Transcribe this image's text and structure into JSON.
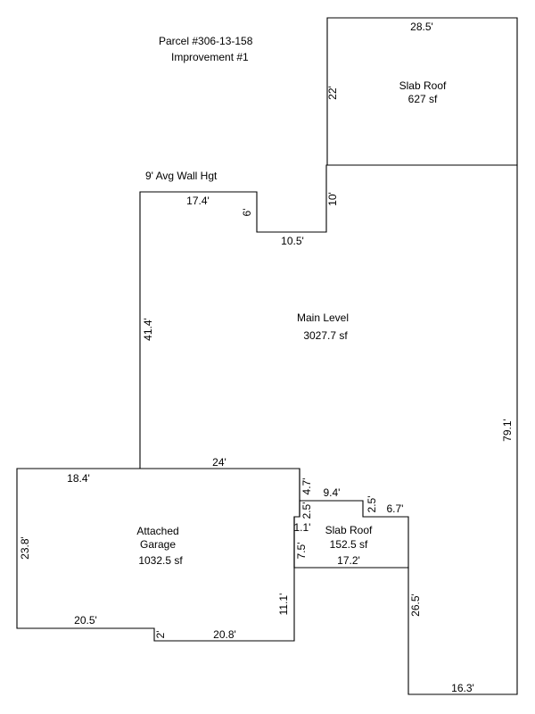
{
  "header": {
    "parcel": "Parcel #306-13-158",
    "improvement": "Improvement #1",
    "wall_height": "9' Avg Wall Hgt"
  },
  "areas": {
    "slab_roof_top": {
      "name": "Slab Roof",
      "area": "627 sf"
    },
    "main_level": {
      "name": "Main Level",
      "area": "3027.7 sf"
    },
    "garage": {
      "line1": "Attached",
      "line2": "Garage",
      "area": "1032.5 sf"
    },
    "slab_roof_small": {
      "name": "Slab Roof",
      "area": "152.5 sf"
    }
  },
  "dimensions": {
    "slab_top_width": "28.5'",
    "slab_left": "22'",
    "gap_10": "10'",
    "top_wing": "17.4'",
    "notch_depth": "6'",
    "notch_bottom": "10.5'",
    "main_left": "41.4'",
    "main_right": "79.1'",
    "main_bottom": "24'",
    "garage_top": "18.4'",
    "garage_left": "23.8'",
    "garage_bottom_left": "20.5'",
    "garage_step": "2'",
    "garage_bottom_right": "20.8'",
    "garage_right": "11.1'",
    "step_47": "4.7'",
    "step_25a": "2.5'",
    "step_94": "9.4'",
    "step_25b": "2.5'",
    "step_67": "6.7'",
    "step_11": "1.1'",
    "step_75": "7.5'",
    "slab_small_bottom": "17.2'",
    "right_wing_left": "26.5'",
    "right_wing_bottom": "16.3'"
  }
}
